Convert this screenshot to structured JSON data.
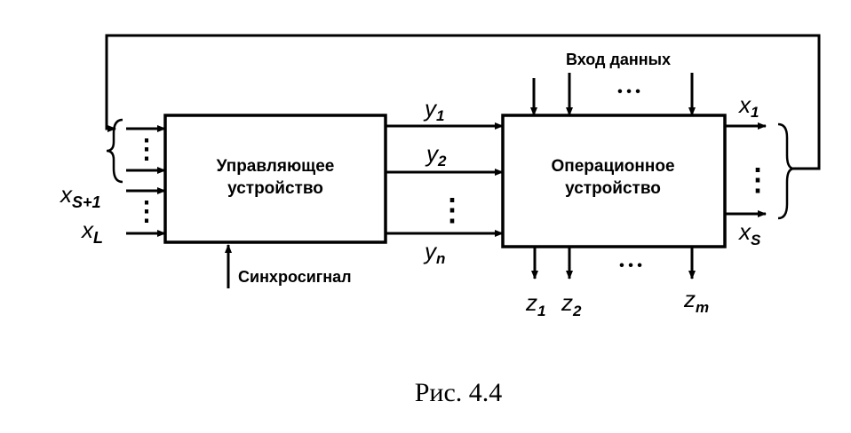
{
  "control_unit": {
    "line1": "Управляющее",
    "line2": "устройство"
  },
  "operation_unit": {
    "line1": "Операционное",
    "line2": "устройство"
  },
  "data_input_label": "Вход данных",
  "sync_label": "Синхросигнал",
  "inputs": {
    "x_s1": {
      "var": "x",
      "sub": "S+1"
    },
    "x_l": {
      "var": "x",
      "sub": "L"
    }
  },
  "control_signals": [
    {
      "var": "y",
      "sub": "1"
    },
    {
      "var": "y",
      "sub": "2"
    },
    {
      "var": "y",
      "sub": "n"
    }
  ],
  "conditions_out": [
    {
      "var": "x",
      "sub": "1"
    },
    {
      "var": "x",
      "sub": "S"
    }
  ],
  "outputs": [
    {
      "var": "z",
      "sub": "1"
    },
    {
      "var": "z",
      "sub": "2"
    },
    {
      "var": "z",
      "sub": "m"
    }
  ],
  "ellipsis_v": "⋮",
  "ellipsis_h": "• • •",
  "caption": "Рис. 4.4"
}
